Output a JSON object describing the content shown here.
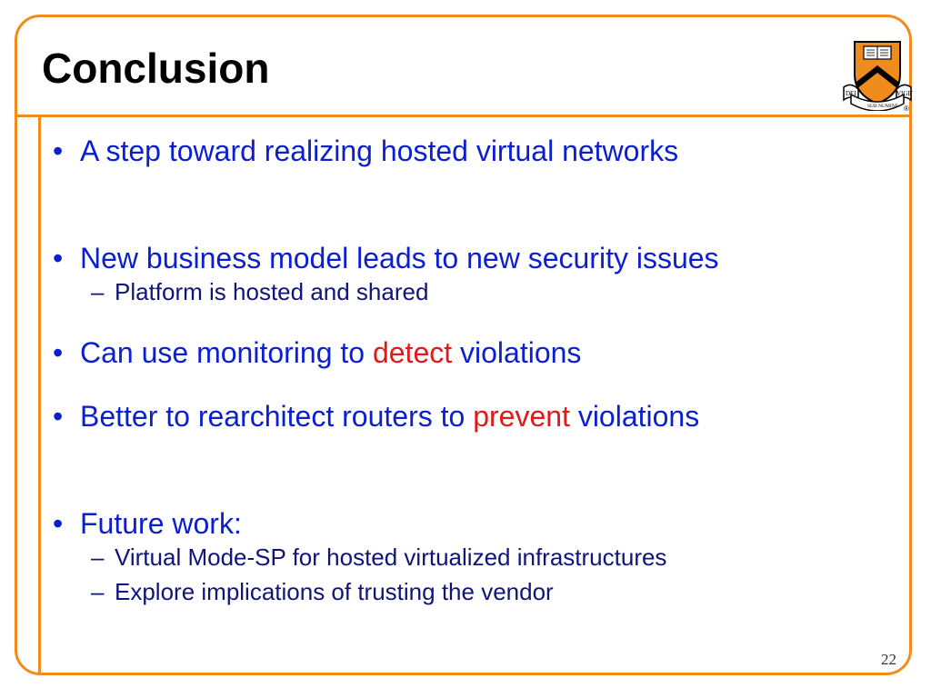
{
  "slide": {
    "title": "Conclusion",
    "page_number": "22",
    "logo": {
      "icon": "princeton-shield-icon",
      "text_left": "DEI",
      "text_mid": "SUB NUMINE",
      "text_right": "VIGET",
      "mark": "®"
    },
    "colors": {
      "accent": "#f08c1e",
      "bullet_text": "#0b1fd1",
      "highlight": "#e01a1a"
    },
    "bullets": [
      {
        "text": "A step toward realizing hosted virtual networks"
      },
      {
        "text": "New business model leads to new security issues",
        "sub": [
          "Platform is hosted and shared"
        ]
      },
      {
        "pre": "Can use monitoring to ",
        "highlight": "detect",
        "post": " violations"
      },
      {
        "pre": "Better to rearchitect routers to ",
        "highlight": "prevent",
        "post": " violations"
      },
      {
        "text": "Future work:",
        "sub": [
          "Virtual Mode-SP for hosted virtualized infrastructures",
          "Explore implications of trusting the vendor"
        ]
      }
    ],
    "bullet_glyph": "•",
    "dash_glyph": "–"
  }
}
